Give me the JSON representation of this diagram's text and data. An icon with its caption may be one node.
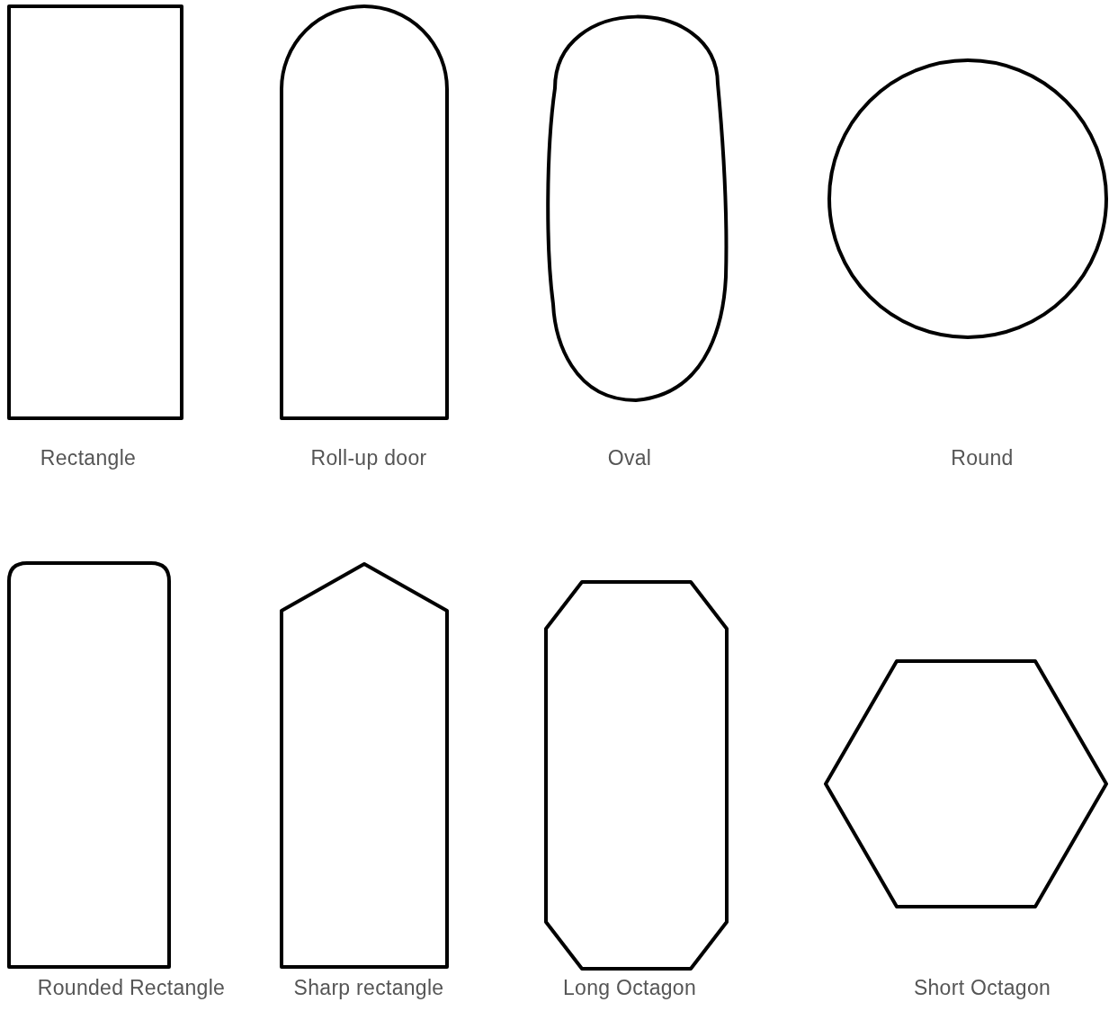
{
  "diagram": {
    "nodes": [
      {
        "text": [],
        "shape": "box",
        "beside": [
          "Rectangle"
        ]
      },
      {
        "text": [],
        "shape": "arch",
        "beside": [
          "Roll-up door"
        ]
      },
      {
        "text": [],
        "shape": "oval",
        "beside": [
          "Oval"
        ]
      },
      {
        "text": [],
        "shape": "circle"
      },
      {
        "text": [],
        "shape": "rounded-box",
        "beside": [
          "Rounded Rectangle"
        ]
      },
      {
        "text": [],
        "shape": "pentagon",
        "beside": [
          "Sharp rectangle"
        ]
      },
      {
        "text": [],
        "shape": "octagon",
        "beside": [
          "Long Octagon"
        ]
      },
      {
        "text": [],
        "shape": "hexagon",
        "beside": [
          "Short Octagon"
        ]
      }
    ],
    "labels": [
      "Round"
    ]
  }
}
